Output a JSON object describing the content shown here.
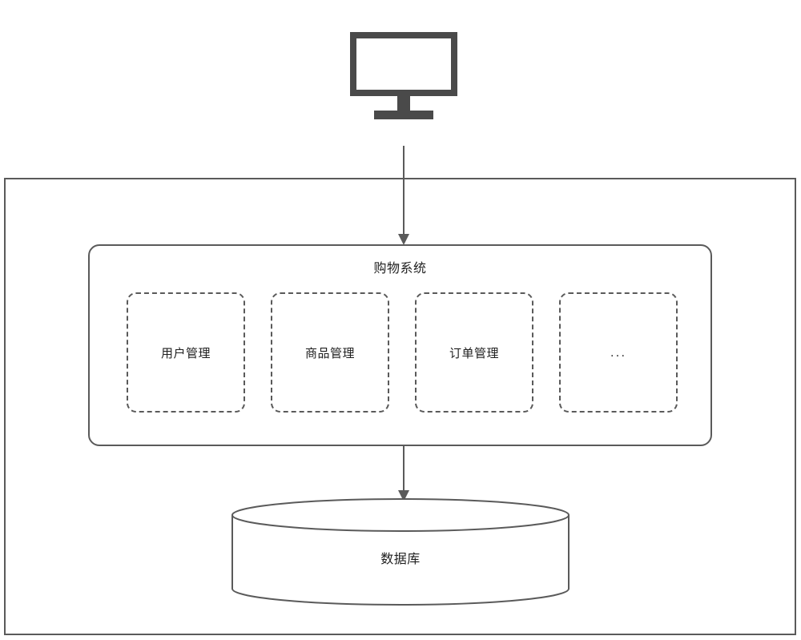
{
  "diagram": {
    "client": {
      "icon": "monitor-icon",
      "label": ""
    },
    "system": {
      "title": "购物系统",
      "modules": [
        {
          "label": "用户管理"
        },
        {
          "label": "商品管理"
        },
        {
          "label": "订单管理"
        },
        {
          "label": "..."
        }
      ]
    },
    "database": {
      "label": "数据库"
    },
    "connections": [
      {
        "from": "client",
        "to": "system",
        "style": "arrow-down"
      },
      {
        "from": "system",
        "to": "database",
        "style": "arrow-down"
      }
    ],
    "colors": {
      "stroke": "#5a5a5a",
      "icon": "#4a4a4a",
      "text": "#1f1f1f",
      "background": "#ffffff"
    }
  }
}
